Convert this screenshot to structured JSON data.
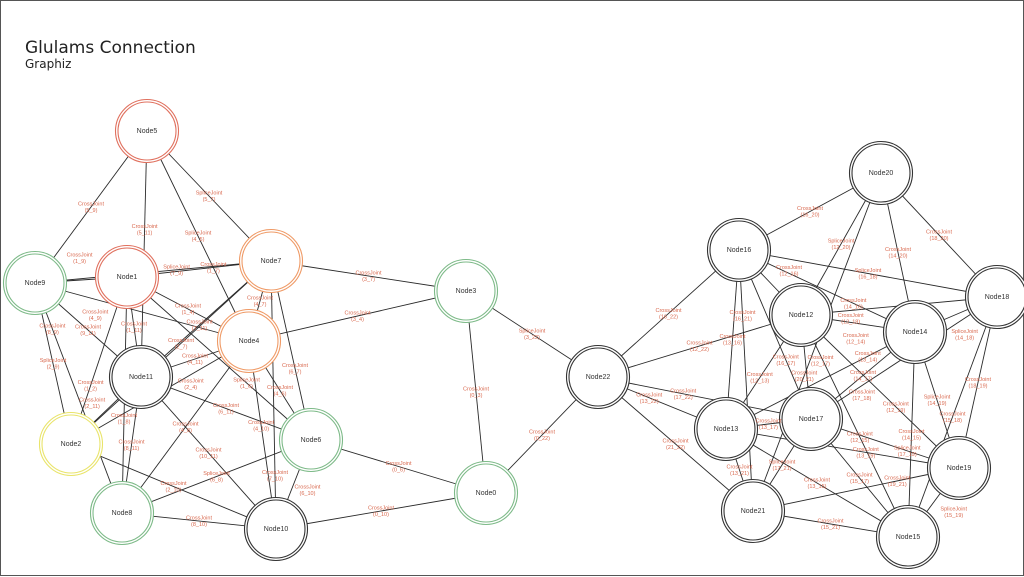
{
  "header": {
    "title": "Glulams Connection",
    "subtitle": "Graphiz"
  },
  "colors": {
    "red": "#e0705e",
    "orange": "#ef9a66",
    "green": "#7dba88",
    "yellow": "#e9e46a",
    "black": "#333333",
    "label": "#d9694f"
  },
  "nodes": [
    {
      "id": "Node0",
      "color": "green"
    },
    {
      "id": "Node1",
      "color": "red"
    },
    {
      "id": "Node2",
      "color": "yellow"
    },
    {
      "id": "Node3",
      "color": "green"
    },
    {
      "id": "Node4",
      "color": "orange"
    },
    {
      "id": "Node5",
      "color": "red"
    },
    {
      "id": "Node6",
      "color": "green"
    },
    {
      "id": "Node7",
      "color": "orange"
    },
    {
      "id": "Node8",
      "color": "green"
    },
    {
      "id": "Node9",
      "color": "green"
    },
    {
      "id": "Node10",
      "color": "black"
    },
    {
      "id": "Node11",
      "color": "black"
    },
    {
      "id": "Node12",
      "color": "black"
    },
    {
      "id": "Node13",
      "color": "black"
    },
    {
      "id": "Node14",
      "color": "black"
    },
    {
      "id": "Node15",
      "color": "black"
    },
    {
      "id": "Node16",
      "color": "black"
    },
    {
      "id": "Node17",
      "color": "black"
    },
    {
      "id": "Node18",
      "color": "black"
    },
    {
      "id": "Node19",
      "color": "black"
    },
    {
      "id": "Node20",
      "color": "black"
    },
    {
      "id": "Node21",
      "color": "black"
    },
    {
      "id": "Node22",
      "color": "black"
    }
  ],
  "edges": [
    {
      "a": 5,
      "b": 9,
      "type": "CrossJoint",
      "label": "(5_9)"
    },
    {
      "a": 7,
      "b": 9,
      "type": "SpliceJoint",
      "label": "(7_9)"
    },
    {
      "a": 4,
      "b": 5,
      "type": "SpliceJoint",
      "label": "(4_5)"
    },
    {
      "a": 5,
      "b": 7,
      "type": "SpliceJoint",
      "label": "(5_7)"
    },
    {
      "a": 5,
      "b": 11,
      "type": "CrossJoint",
      "label": "(5_11)"
    },
    {
      "a": 1,
      "b": 9,
      "type": "CrossJoint",
      "label": "(1_9)"
    },
    {
      "a": 1,
      "b": 7,
      "type": "CrossJoint",
      "label": "(1_7)"
    },
    {
      "a": 1,
      "b": 4,
      "type": "CrossJoint",
      "label": "(1_4)"
    },
    {
      "a": 7,
      "b": 11,
      "type": "CrossJoint",
      "label": "(7_11)"
    },
    {
      "a": 4,
      "b": 7,
      "type": "CrossJoint",
      "label": "(4_7)"
    },
    {
      "a": 3,
      "b": 7,
      "type": "CrossJoint",
      "label": "(3_7)"
    },
    {
      "a": 3,
      "b": 4,
      "type": "CrossJoint",
      "label": "(3_4)"
    },
    {
      "a": 9,
      "b": 11,
      "type": "CrossJoint",
      "label": "(9_11)"
    },
    {
      "a": 1,
      "b": 11,
      "type": "CrossJoint",
      "label": "(1_11)"
    },
    {
      "a": 4,
      "b": 9,
      "type": "CrossJoint",
      "label": "(4_9)"
    },
    {
      "a": 1,
      "b": 6,
      "type": "SpliceJoint",
      "label": "(1_6)"
    },
    {
      "a": 1,
      "b": 2,
      "type": "CrossJoint",
      "label": "(1_2)"
    },
    {
      "a": 4,
      "b": 11,
      "type": "CrossJoint",
      "label": "(4_11)"
    },
    {
      "a": 2,
      "b": 9,
      "type": "SpliceJoint",
      "label": "(2_9)"
    },
    {
      "a": 8,
      "b": 9,
      "type": "CrossJoint",
      "label": "(8_9)"
    },
    {
      "a": 2,
      "b": 7,
      "type": "CrossJoint",
      "label": "(2_7)"
    },
    {
      "a": 1,
      "b": 8,
      "type": "CrossJoint",
      "label": "(1_8)"
    },
    {
      "a": 2,
      "b": 11,
      "type": "CrossJoint",
      "label": "(2_11)"
    },
    {
      "a": 2,
      "b": 4,
      "type": "CrossJoint",
      "label": "(2_4)"
    },
    {
      "a": 4,
      "b": 6,
      "type": "CrossJoint",
      "label": "(4_6)"
    },
    {
      "a": 6,
      "b": 11,
      "type": "CrossJoint",
      "label": "(6_11)"
    },
    {
      "a": 7,
      "b": 10,
      "type": "CrossJoint",
      "label": "(7_10)"
    },
    {
      "a": 6,
      "b": 7,
      "type": "CrossJoint",
      "label": "(6_7)"
    },
    {
      "a": 4,
      "b": 8,
      "type": "CrossJoint",
      "label": "(4_8)"
    },
    {
      "a": 10,
      "b": 11,
      "type": "CrossJoint",
      "label": "(10_11)"
    },
    {
      "a": 4,
      "b": 10,
      "type": "CrossJoint",
      "label": "(4_10)"
    },
    {
      "a": 6,
      "b": 8,
      "type": "SpliceJoint",
      "label": "(6_8)"
    },
    {
      "a": 8,
      "b": 11,
      "type": "CrossJoint",
      "label": "(8_11)"
    },
    {
      "a": 2,
      "b": 10,
      "type": "CrossJoint",
      "label": "(2_10)"
    },
    {
      "a": 6,
      "b": 10,
      "type": "CrossJoint",
      "label": "(6_10)"
    },
    {
      "a": 8,
      "b": 10,
      "type": "CrossJoint",
      "label": "(8_10)"
    },
    {
      "a": 0,
      "b": 6,
      "type": "CrossJoint",
      "label": "(0_6)"
    },
    {
      "a": 0,
      "b": 10,
      "type": "CrossJoint",
      "label": "(0_10)"
    },
    {
      "a": 0,
      "b": 3,
      "type": "CrossJoint",
      "label": "(0_3)"
    },
    {
      "a": 3,
      "b": 22,
      "type": "SpliceJoint",
      "label": "(3_22)"
    },
    {
      "a": 0,
      "b": 22,
      "type": "CrossJoint",
      "label": "(0_22)"
    },
    {
      "a": 16,
      "b": 22,
      "type": "CrossJoint",
      "label": "(16_22)"
    },
    {
      "a": 12,
      "b": 22,
      "type": "CrossJoint",
      "label": "(12_22)"
    },
    {
      "a": 17,
      "b": 22,
      "type": "CrossJoint",
      "label": "(17_22)"
    },
    {
      "a": 13,
      "b": 22,
      "type": "CrossJoint",
      "label": "(13_22)"
    },
    {
      "a": 21,
      "b": 22,
      "type": "CrossJoint",
      "label": "(21_22)"
    },
    {
      "a": 16,
      "b": 20,
      "type": "CrossJoint",
      "label": "(16_20)"
    },
    {
      "a": 12,
      "b": 20,
      "type": "SpliceJoint",
      "label": "(12_20)"
    },
    {
      "a": 14,
      "b": 20,
      "type": "CrossJoint",
      "label": "(14_20)"
    },
    {
      "a": 18,
      "b": 20,
      "type": "CrossJoint",
      "label": "(18_20)"
    },
    {
      "a": 16,
      "b": 18,
      "type": "SpliceJoint",
      "label": "(16_18)"
    },
    {
      "a": 14,
      "b": 16,
      "type": "CrossJoint",
      "label": "(14_16)"
    },
    {
      "a": 12,
      "b": 16,
      "type": "CrossJoint",
      "label": "(12_16)"
    },
    {
      "a": 12,
      "b": 18,
      "type": "CrossJoint",
      "label": "(12_18)"
    },
    {
      "a": 14,
      "b": 18,
      "type": "SpliceJoint",
      "label": "(14_18)"
    },
    {
      "a": 13,
      "b": 16,
      "type": "CrossJoint",
      "label": "(13_16)"
    },
    {
      "a": 16,
      "b": 17,
      "type": "CrossJoint",
      "label": "(16_17)"
    },
    {
      "a": 12,
      "b": 14,
      "type": "CrossJoint",
      "label": "(12_14)"
    },
    {
      "a": 20,
      "b": 21,
      "type": "CrossJoint",
      "label": "(20_21)"
    },
    {
      "a": 12,
      "b": 13,
      "type": "CrossJoint",
      "label": "(12_13)"
    },
    {
      "a": 12,
      "b": 17,
      "type": "CrossJoint",
      "label": "(12_17)"
    },
    {
      "a": 14,
      "b": 17,
      "type": "CrossJoint",
      "label": "(14_17)"
    },
    {
      "a": 16,
      "b": 21,
      "type": "CrossJoint",
      "label": "(16_21)"
    },
    {
      "a": 13,
      "b": 14,
      "type": "CrossJoint",
      "label": "(13_14)"
    },
    {
      "a": 17,
      "b": 18,
      "type": "CrossJoint",
      "label": "(17_18)"
    },
    {
      "a": 12,
      "b": 19,
      "type": "CrossJoint",
      "label": "(12_19)"
    },
    {
      "a": 12,
      "b": 15,
      "type": "CrossJoint",
      "label": "(12_15)"
    },
    {
      "a": 14,
      "b": 19,
      "type": "SpliceJoint",
      "label": "(14_19)"
    },
    {
      "a": 18,
      "b": 19,
      "type": "CrossJoint",
      "label": "(18_19)"
    },
    {
      "a": 15,
      "b": 18,
      "type": "CrossJoint",
      "label": "(15_18)"
    },
    {
      "a": 14,
      "b": 15,
      "type": "CrossJoint",
      "label": "(14_15)"
    },
    {
      "a": 17,
      "b": 19,
      "type": "SpliceJoint",
      "label": "(17_19)"
    },
    {
      "a": 13,
      "b": 17,
      "type": "CrossJoint",
      "label": "(13_17)"
    },
    {
      "a": 17,
      "b": 21,
      "type": "SpliceJoint",
      "label": "(17_21)"
    },
    {
      "a": 13,
      "b": 21,
      "type": "CrossJoint",
      "label": "(13_21)"
    },
    {
      "a": 15,
      "b": 17,
      "type": "CrossJoint",
      "label": "(15_17)"
    },
    {
      "a": 13,
      "b": 19,
      "type": "CrossJoint",
      "label": "(13_19)"
    },
    {
      "a": 13,
      "b": 15,
      "type": "CrossJoint",
      "label": "(13_15)"
    },
    {
      "a": 19,
      "b": 21,
      "type": "CrossJoint",
      "label": "(19_21)"
    },
    {
      "a": 15,
      "b": 19,
      "type": "SpliceJoint",
      "label": "(15_19)"
    },
    {
      "a": 15,
      "b": 21,
      "type": "CrossJoint",
      "label": "(15_21)"
    }
  ]
}
